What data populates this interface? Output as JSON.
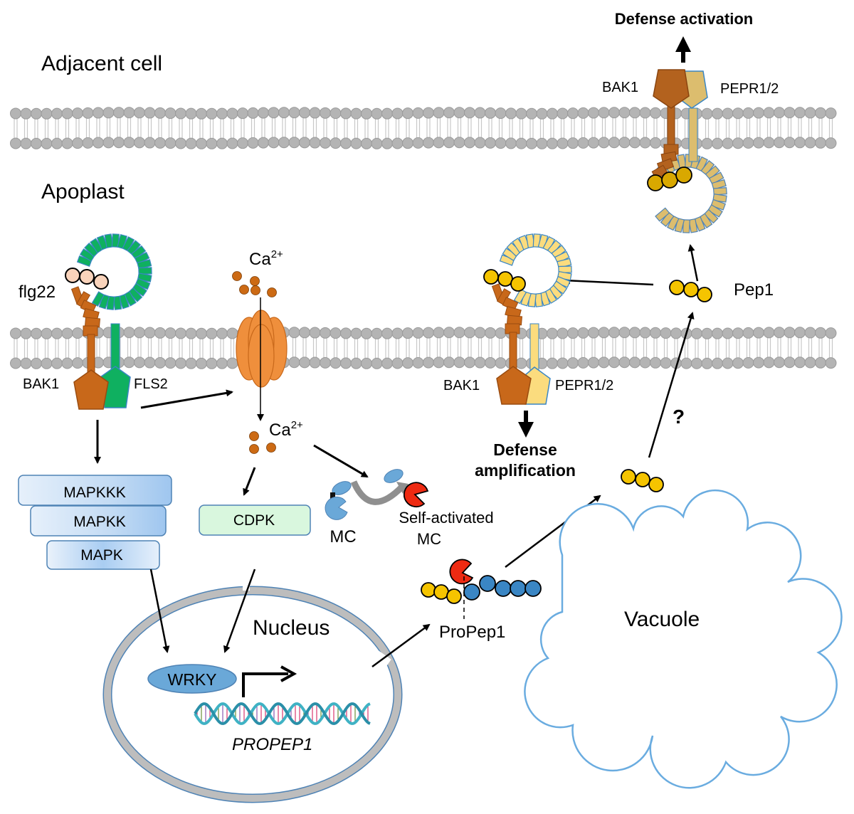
{
  "regions": {
    "adjacent_cell": "Adjacent cell",
    "apoplast": "Apoplast",
    "nucleus": "Nucleus",
    "vacuole": "Vacuole"
  },
  "receptors": {
    "fls2_complex": {
      "bak1": "BAK1",
      "fls2": "FLS2",
      "ligand": "flg22"
    },
    "pepr_complex_cell": {
      "bak1": "BAK1",
      "pepr": "PEPR1/2"
    },
    "pepr_complex_adjacent": {
      "bak1": "BAK1",
      "pepr": "PEPR1/2"
    }
  },
  "ions": {
    "ca_outside": {
      "base": "Ca",
      "charge": "2+"
    },
    "ca_inside": {
      "base": "Ca",
      "charge": "2+"
    }
  },
  "kinases": {
    "mapk_cascade": [
      "MAPKKK",
      "MAPKK",
      "MAPK"
    ],
    "cdpk": "CDPK"
  },
  "metacaspase": {
    "inactive": "MC",
    "active_line1": "Self-activated",
    "active_line2": "MC"
  },
  "transcription": {
    "factor": "WRKY",
    "gene": "PROPEP1"
  },
  "peptides": {
    "precursor": "ProPep1",
    "mature": "Pep1"
  },
  "outcomes": {
    "activation": "Defense activation",
    "amplification_line1": "Defense",
    "amplification_line2": "amplification",
    "unknown_step": "?"
  },
  "colors": {
    "bak1": "#c8681a",
    "fls2": "#0fb060",
    "pepr_cell": "#fbdc7e",
    "pepr_adjacent": "#dcbd6e",
    "pep1": "#f5c400",
    "pep1_adjacent": "#d9a800",
    "flg22": "#f9d3bb",
    "prodomain": "#3a86c4",
    "calcium": "#cc6a14",
    "channel": "#ef8f3c",
    "mc_inactive": "#6aa8d8",
    "mc_active": "#ee2a12",
    "membrane_head": "#b4b4b4",
    "vacuole_outline": "#6aace0",
    "mapk_fill": "#bcd7f3",
    "cdpk_fill": "#d9f7de"
  }
}
